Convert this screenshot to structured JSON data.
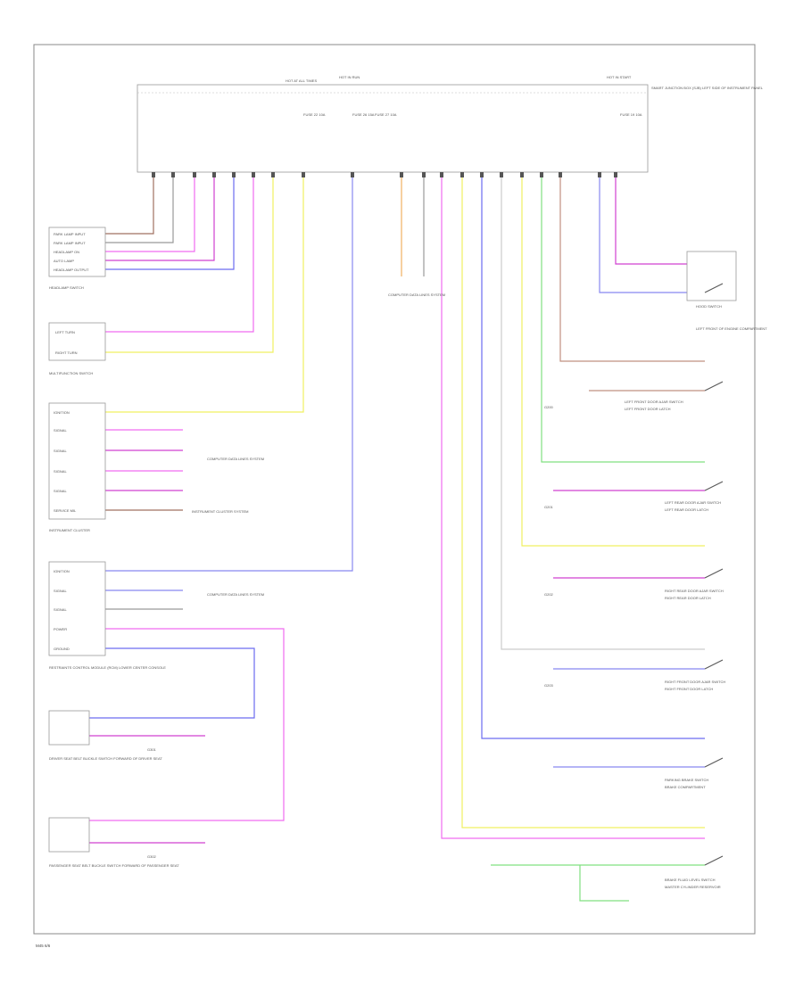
{
  "diagram": {
    "footer_code": "M45 6/6",
    "module": {
      "hot_at_all_times": [
        "HOT AT ALL TIMES",
        "HOT IN RUN",
        "HOT IN START"
      ],
      "right_note": "SMART JUNCTION BOX (SJB) LEFT SIDE OF INSTRUMENT PANEL",
      "fuse_labels": [
        "FUSE 22 10A",
        "FUSE 26 15A",
        "FUSE 27 10A",
        "FUSE 19 10A"
      ]
    },
    "headlamp_switch": {
      "pins": [
        "PARK LAMP INPUT",
        "PARK LAMP INPUT",
        "HEADLAMP ON",
        "AUTO LAMP",
        "HEADLAMP OUTPUT"
      ],
      "title": "HEADLAMP SWITCH"
    },
    "multifunction_switch": {
      "pins": [
        "LEFT TURN",
        "RIGHT TURN"
      ],
      "title": "MULTIFUNCTION SWITCH"
    },
    "instrument_cluster": {
      "pins": [
        "IGNITION",
        "SIGNAL",
        "SIGNAL",
        "SIGNAL",
        "SIGNAL",
        "SERVICE MIL"
      ],
      "title": "INSTRUMENT CLUSTER",
      "side_note": "COMPUTER DATA LINES SYSTEM",
      "ground_note": "INSTRUMENT CLUSTER SYSTEM"
    },
    "restraints_module": {
      "pins": [
        "IGNITION",
        "SIGNAL",
        "SIGNAL",
        "POWER",
        "GROUND"
      ],
      "title": "RESTRAINTS CONTROL MODULE (RCM) LOWER CENTER CONSOLE",
      "side_note": "COMPUTER DATA LINES SYSTEM"
    },
    "driver_buckle": {
      "title": "DRIVER SEAT BELT BUCKLE SWITCH FORWARD OF DRIVER SEAT",
      "ground": "G301"
    },
    "passenger_buckle": {
      "title": "PASSENGER SEAT BELT BUCKLE SWITCH FORWARD OF PASSENGER SEAT",
      "ground": "G302"
    },
    "right_switches": [
      {
        "name": "HOOD SWITCH",
        "desc": "LEFT FRONT OF ENGINE COMPARTMENT"
      },
      {
        "name": "LEFT FRONT DOOR AJAR SWITCH",
        "desc": "LEFT FRONT DOOR LATCH"
      },
      {
        "name": "LEFT REAR DOOR AJAR SWITCH",
        "desc": "LEFT REAR DOOR LATCH"
      },
      {
        "name": "RIGHT REAR DOOR AJAR SWITCH",
        "desc": "RIGHT REAR DOOR LATCH"
      },
      {
        "name": "RIGHT FRONT DOOR AJAR SWITCH",
        "desc": "RIGHT FRONT DOOR LATCH"
      },
      {
        "name": "PARKING BRAKE SWITCH",
        "desc": "BRAKE COMPARTMENT"
      },
      {
        "name": "BRAKE FLUID LEVEL SWITCH",
        "desc": "MASTER CYLINDER RESERVOIR"
      }
    ],
    "ground_labels": [
      "G200",
      "G201",
      "G202",
      "G203"
    ],
    "center_note": "COMPUTER DATA LINES SYSTEM"
  },
  "colors": {
    "frame": "#888888",
    "pink": "#f06cf0",
    "magenta": "#d040d0",
    "blue": "#6c6cf0",
    "yellow": "#f0f060",
    "green": "#80e080",
    "orange": "#f0b060",
    "lightgreen": "#b0e0a0",
    "brown": "#a07060",
    "purple": "#8040a0",
    "gray": "#999999"
  }
}
